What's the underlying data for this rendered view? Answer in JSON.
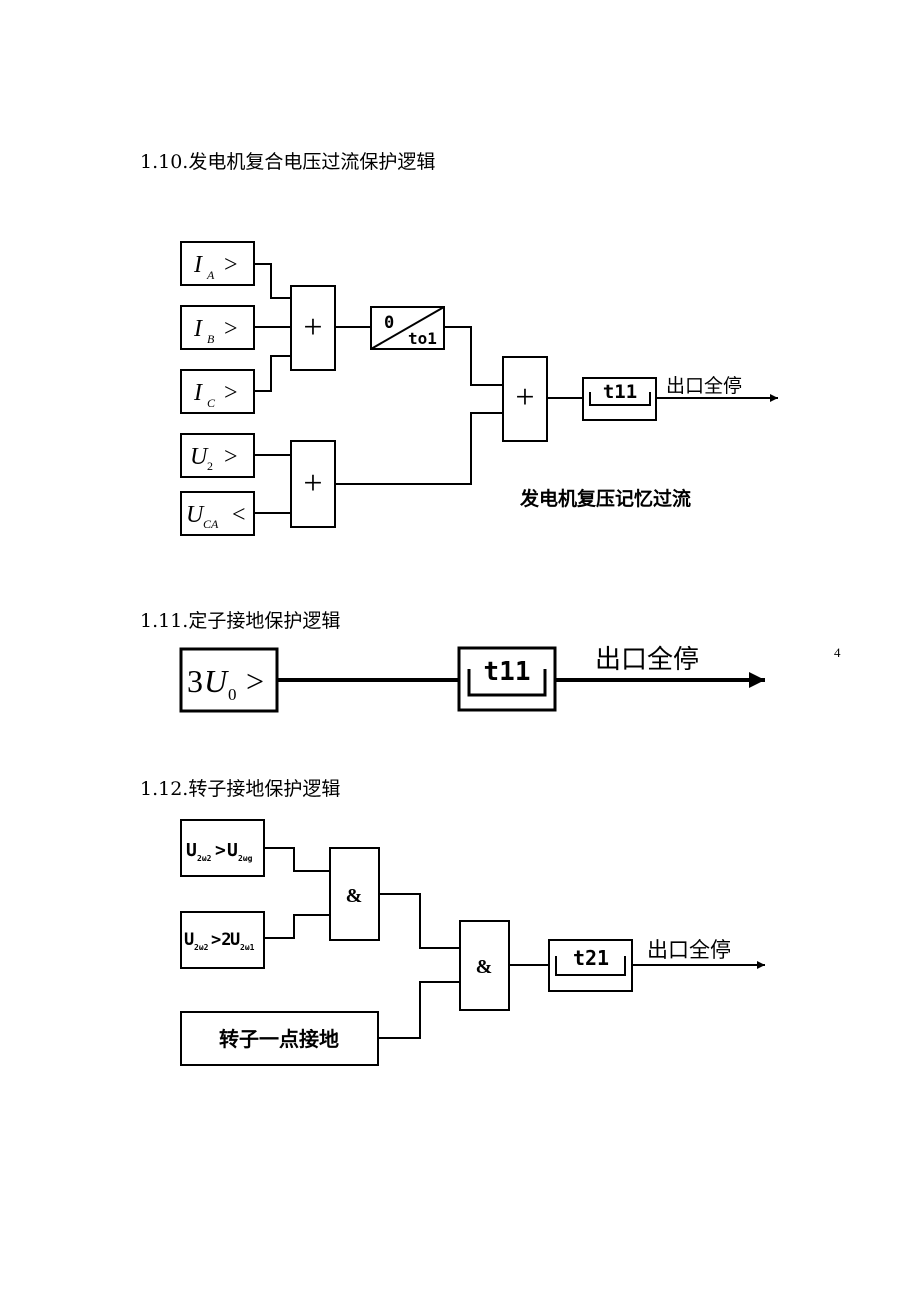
{
  "page_number": "4",
  "sections": [
    {
      "heading": "1.10.发电机复合电压过流保护逻辑",
      "inputs": [
        {
          "sym": "I",
          "sub": "A",
          "op": ">"
        },
        {
          "sym": "I",
          "sub": "B",
          "op": ">"
        },
        {
          "sym": "I",
          "sub": "C",
          "op": ">"
        },
        {
          "sym": "U",
          "sub": "2",
          "op": ">"
        },
        {
          "sym": "U",
          "sub": "CA",
          "op": "<"
        }
      ],
      "or_gate": "+",
      "delay_top": "0",
      "delay_bottom": "to1",
      "timer": "t11",
      "output": "出口全停",
      "caption": "发电机复压记忆过流"
    },
    {
      "heading": "1.11.定子接地保护逻辑",
      "input": {
        "prefix": "3",
        "sym": "U",
        "sub": "0",
        "op": ">"
      },
      "timer": "t11",
      "output": "出口全停"
    },
    {
      "heading": "1.12.转子接地保护逻辑",
      "input1": {
        "a": "U",
        "a_sub": "2ω2",
        "op": ">",
        "b": "U",
        "b_sub": "2ωg"
      },
      "input2": {
        "a": "U",
        "a_sub": "2ω2",
        "op": ">2",
        "b": "U",
        "b_sub": "2ω1"
      },
      "input3": "转子一点接地",
      "and_gate": "&",
      "timer": "t21",
      "output": "出口全停"
    }
  ]
}
